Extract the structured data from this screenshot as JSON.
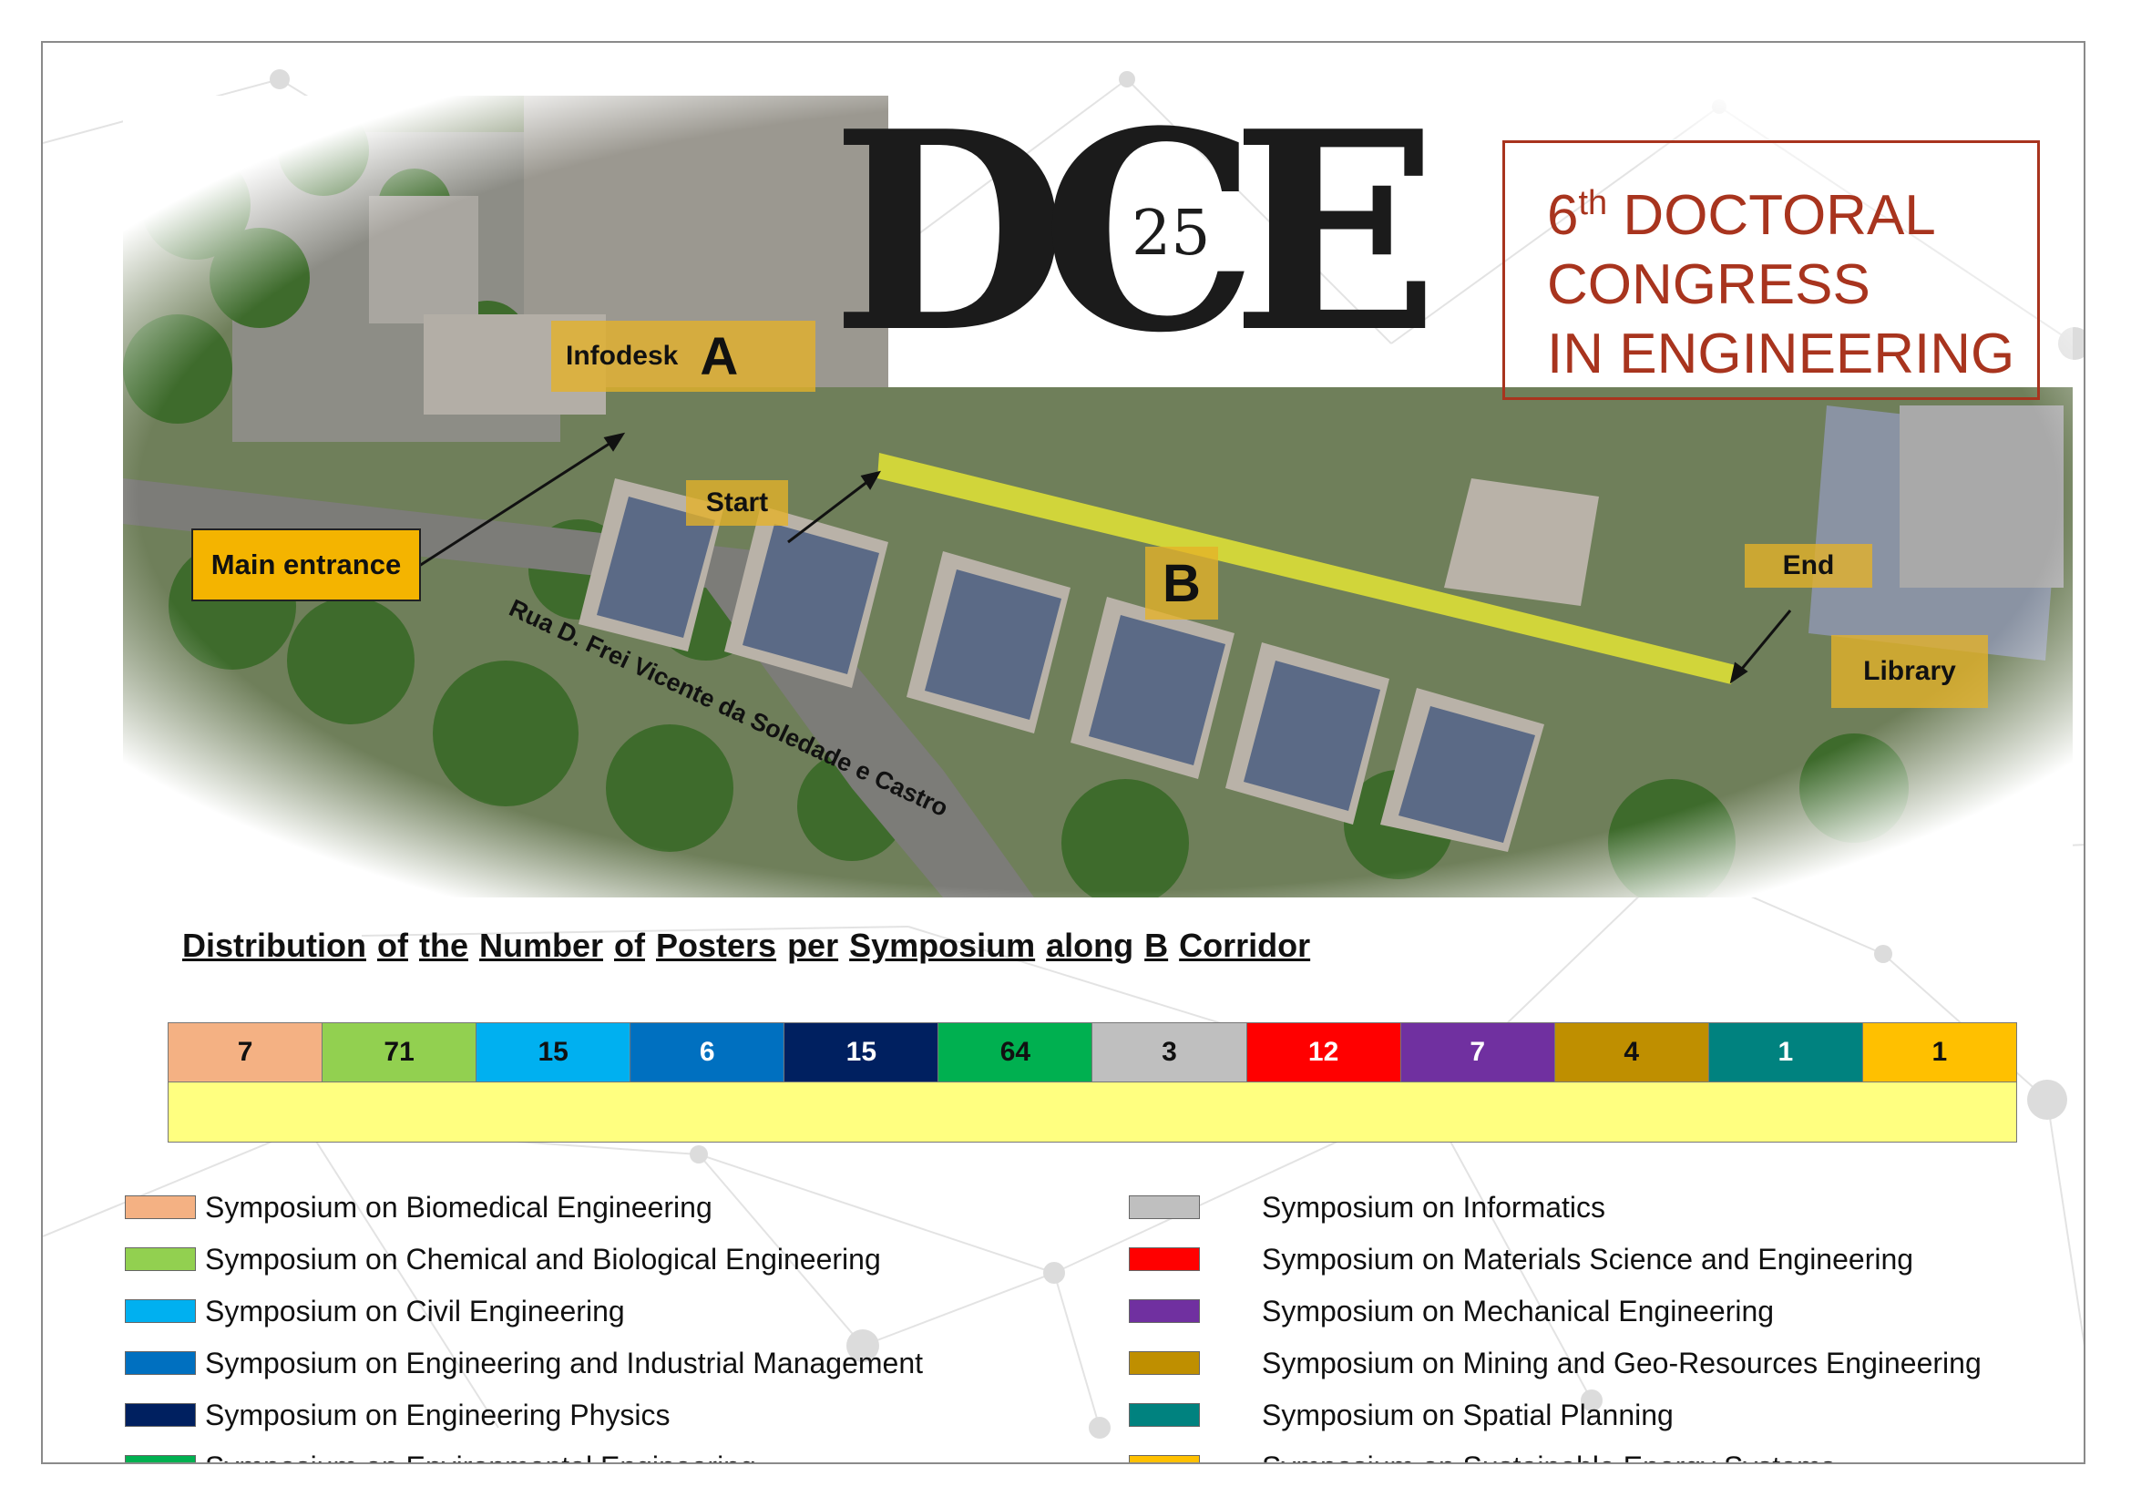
{
  "logo": {
    "letters": "DCE",
    "number": "25"
  },
  "congress": {
    "ordinal": "6",
    "ordinal_suffix": "th",
    "line1_rest": " DOCTORAL",
    "line2": "CONGRESS",
    "line3": "IN ENGINEERING"
  },
  "map": {
    "infodesk": "Infodesk",
    "building_a": "A",
    "start": "Start",
    "main_entrance": "Main entrance",
    "building_b": "B",
    "end": "End",
    "library": "Library",
    "street": "Rua D. Frei Vicente da Soledade e Castro"
  },
  "distribution": {
    "title_words": [
      "Distribution",
      "of",
      "the",
      "Number",
      "of",
      "Posters",
      "per",
      "Symposium",
      "along",
      "B",
      "Corridor"
    ],
    "counts": [
      "7",
      "71",
      "15",
      "6",
      "15",
      "64",
      "3",
      "12",
      "7",
      "4",
      "1",
      "1"
    ]
  },
  "colors": {
    "biomedical": "#f4b183",
    "chemical": "#92d050",
    "civil": "#00b0f0",
    "industrial": "#0070c0",
    "physics": "#002060",
    "environmental": "#00b050",
    "informatics": "#bfbfbf",
    "materials": "#ff0000",
    "mechanical": "#7030a0",
    "mining": "#bf8f00",
    "spatial": "#00827f",
    "energy": "#ffc000",
    "corridor": "#ffff80",
    "accent": "#a8341e"
  },
  "legend": [
    "Symposium on Biomedical Engineering",
    "Symposium on Chemical and Biological Engineering",
    "Symposium on Civil Engineering",
    "Symposium on Engineering and Industrial Management",
    "Symposium on Engineering Physics",
    "Symposium on Environmental Engineering",
    "Symposium on Informatics",
    "Symposium on Materials Science and Engineering",
    "Symposium on Mechanical Engineering",
    "Symposium on Mining and Geo-Resources Engineering",
    "Symposium on Spatial Planning",
    "Symposium on Sustainable Energy Systems"
  ]
}
